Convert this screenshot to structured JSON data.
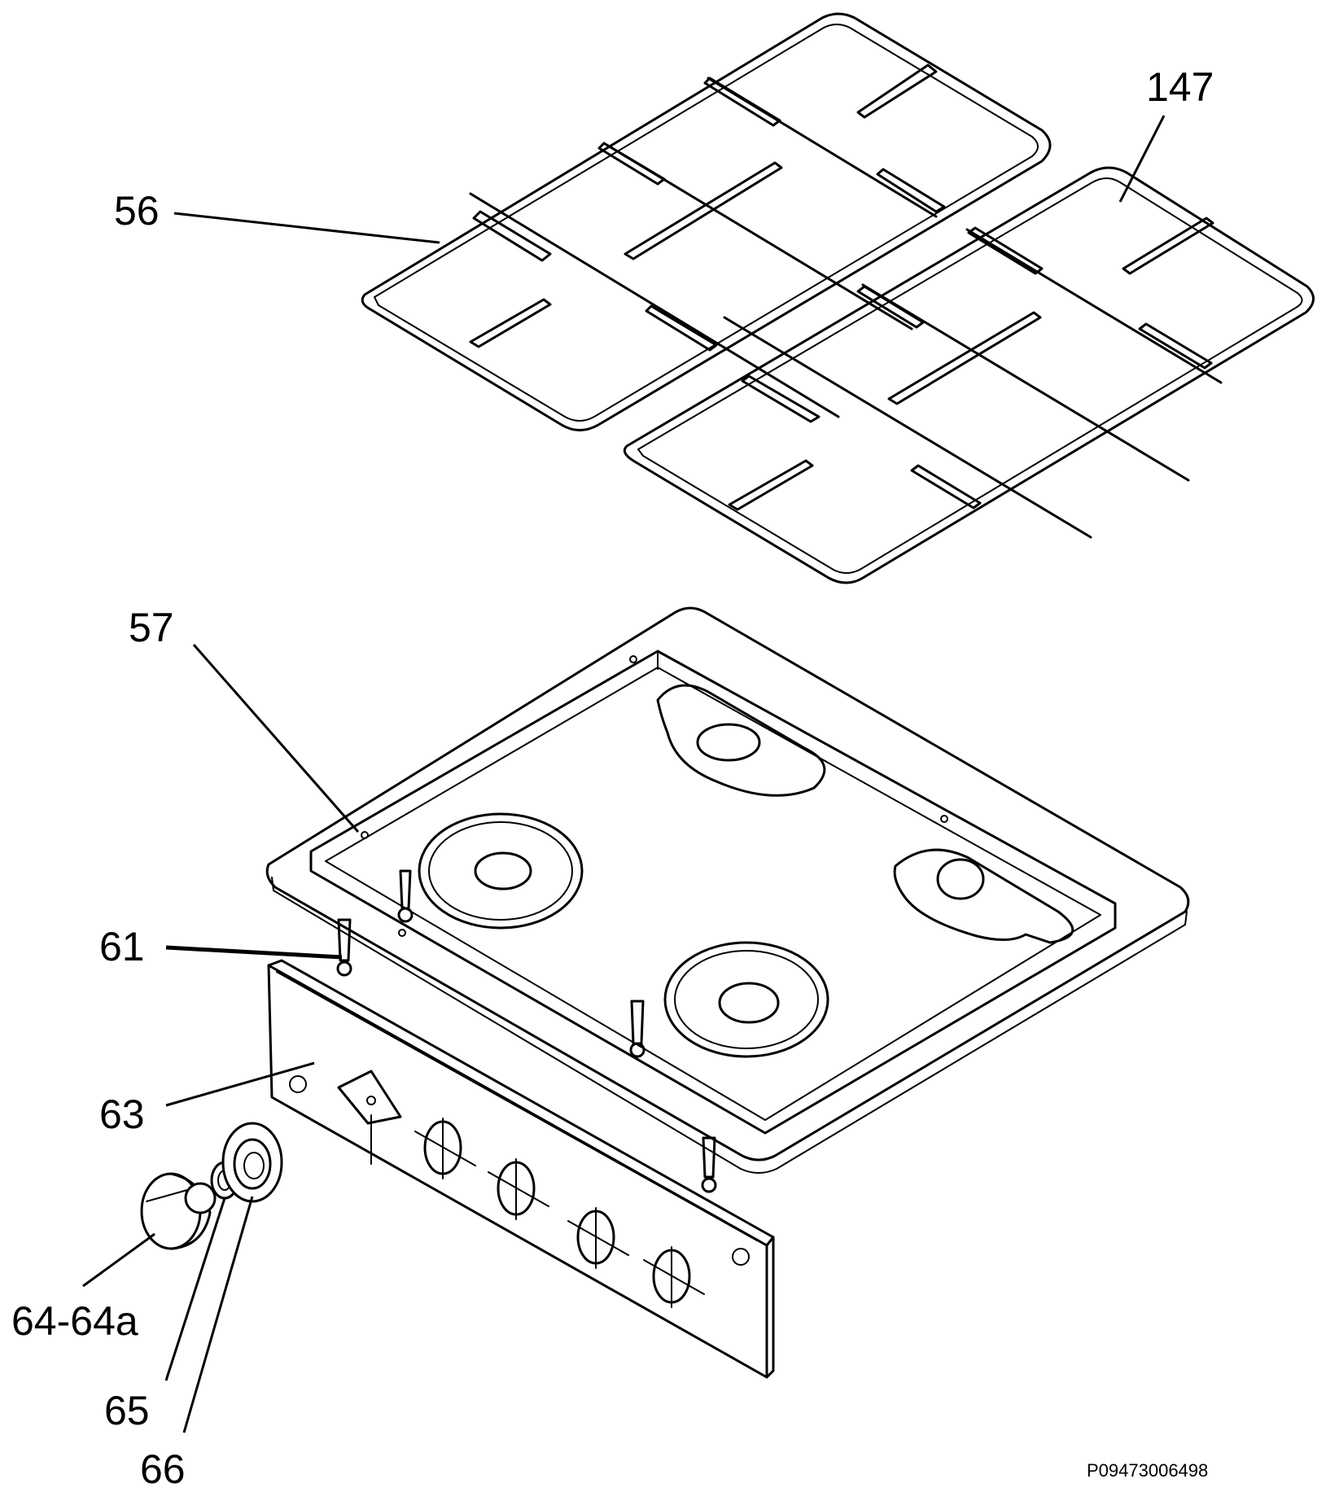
{
  "diagram": {
    "callouts": {
      "grid_left": "56",
      "grid_right": "147",
      "hob_top": "57",
      "screws": "61",
      "front_panel": "63",
      "knob": "64-64a",
      "spring": "65",
      "bezel": "66"
    },
    "drawing_code": "P09473006498"
  }
}
